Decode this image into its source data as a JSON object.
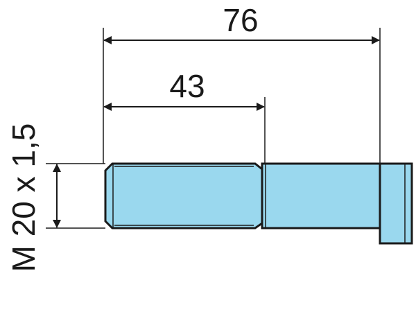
{
  "drawing": {
    "fill_color": "#9ad8ee",
    "line_color": "#1a1a1a",
    "dimensions": {
      "total_length": "76",
      "thread_length": "43",
      "thread_spec": "M 20 x 1,5"
    }
  }
}
